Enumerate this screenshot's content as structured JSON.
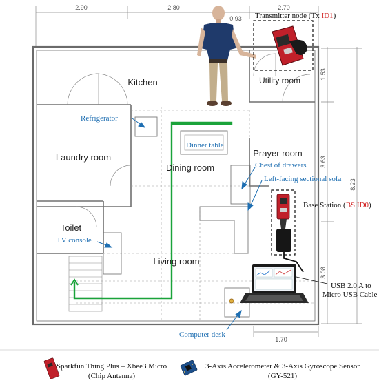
{
  "dimensions": {
    "top": [
      "2.90",
      "2.80",
      "0.93",
      "2.70"
    ],
    "right": [
      "1.53",
      "3.63",
      "8.23",
      "3.08"
    ],
    "bottom": [
      "1.70"
    ]
  },
  "rooms": {
    "kitchen": "Kitchen",
    "utility": "Utility room",
    "laundry": "Laundry room",
    "dining": "Dining room",
    "prayer": "Prayer room",
    "toilet": "Toilet",
    "living": "Living room"
  },
  "annotations": {
    "refrigerator": "Refrigerator",
    "dinner_table": "Dinner table",
    "chest": "Chest of drawers",
    "sofa": "Left-facing sectional sofa",
    "tv": "TV console",
    "desk": "Computer desk"
  },
  "transmitter": {
    "prefix": "Transmitter node (Tx ",
    "id": "ID1",
    "suffix": ")"
  },
  "base": {
    "prefix": "Base Station (",
    "id": "BS ID0",
    "suffix": ")"
  },
  "usb": {
    "line1": "USB 2.0 A to",
    "line2": "Micro USB Cable"
  },
  "legend": {
    "item1_line1": "Sparkfun Thing Plus – Xbee3 Micro",
    "item1_line2": "(Chip Antenna)",
    "item2_line1": "3-Axis Accelerometer & 3-Axis Gyroscope Sensor",
    "item2_line2": "(GY-521)"
  },
  "colors": {
    "annotation": "#1f6fb2",
    "path": "#1aa33a",
    "highlight": "#d11f1f",
    "wall": "#6b6b6b"
  }
}
